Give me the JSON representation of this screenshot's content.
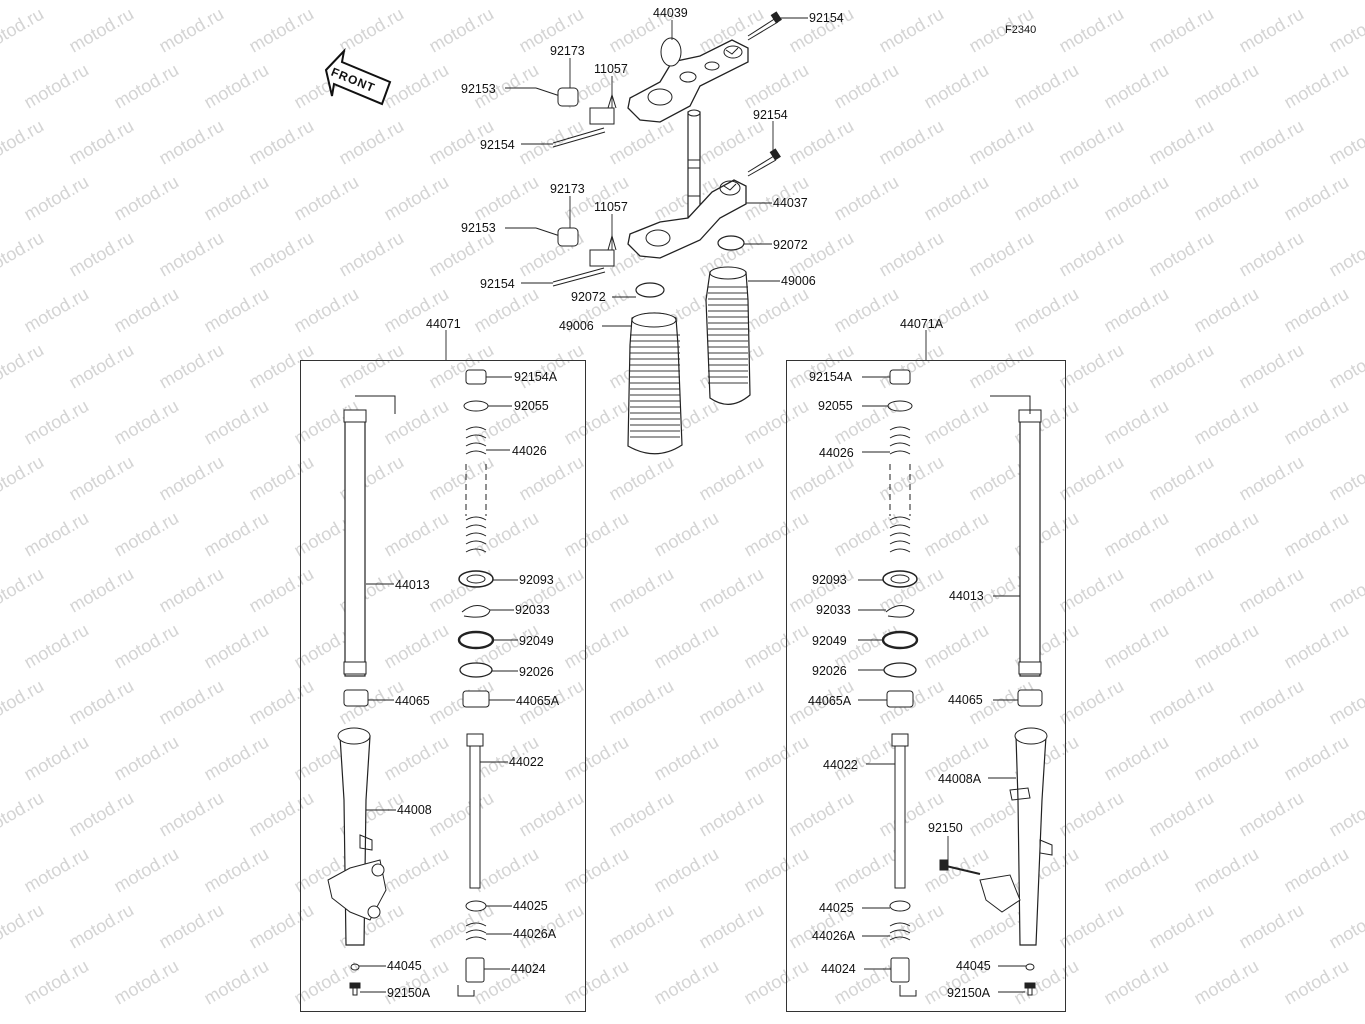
{
  "diagram": {
    "code": "F2340",
    "watermark": "motod.ru",
    "front_arrow": "FRONT",
    "top_labels": [
      "44039",
      "92154",
      "92173",
      "11057",
      "92153",
      "92154",
      "92154",
      "92173",
      "11057",
      "44037",
      "92153",
      "92072",
      "92154",
      "92072",
      "49006",
      "49006"
    ],
    "left_assembly": {
      "title": "44071",
      "labels": [
        "92154A",
        "92055",
        "44026",
        "44013",
        "92093",
        "92033",
        "92049",
        "92026",
        "44065",
        "44065A",
        "44022",
        "44008",
        "44025",
        "44026A",
        "44045",
        "44024",
        "92150A"
      ]
    },
    "right_assembly": {
      "title": "44071A",
      "labels": [
        "92154A",
        "92055",
        "44026",
        "92093",
        "44013",
        "92033",
        "92049",
        "92026",
        "44065A",
        "44065",
        "44022",
        "44008A",
        "92150",
        "44025",
        "44026A",
        "44024",
        "44045",
        "92150A"
      ]
    }
  }
}
